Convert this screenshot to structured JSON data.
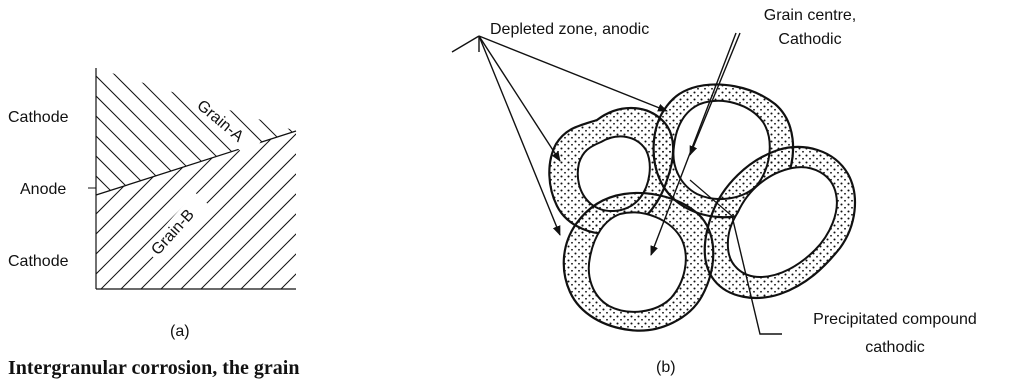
{
  "panel_a": {
    "labels": {
      "cathode_top": "Cathode",
      "anode": "Anode",
      "cathode_bottom": "Cathode",
      "grain_a": "Grain-A",
      "grain_b": "Grain-B"
    },
    "caption": "(a)"
  },
  "panel_b": {
    "labels": {
      "depleted_zone": "Depleted zone, anodic",
      "grain_centre_line1": "Grain centre,",
      "grain_centre_line2": "Cathodic",
      "precipitated_line1": "Precipitated compound",
      "precipitated_line2": "cathodic"
    },
    "caption": "(b)"
  },
  "figure_caption_partial": "Intergranular corrosion, the grain"
}
